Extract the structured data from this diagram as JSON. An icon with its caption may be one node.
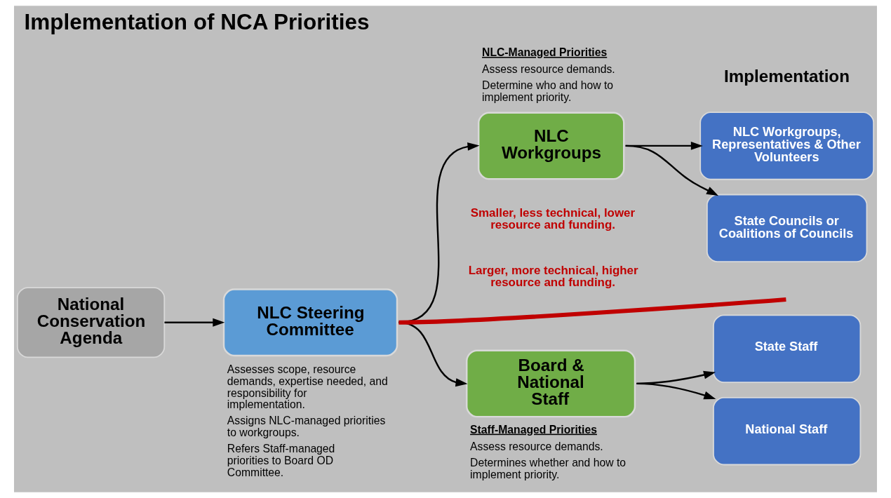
{
  "diagram": {
    "title": "Implementation of NCA Priorities",
    "nodes": [
      {
        "text": [
          "National Conservation Agenda"
        ]
      },
      {
        "text": [
          "NLC Steering Committee"
        ],
        "beside": [
          "Assesses scope, resource demands, expertise needed, and responsibility for implementation.",
          "Assigns NLC-managed priorities to workgroups.",
          "Refers Staff-managed priorities to Board OD Committee."
        ]
      },
      {
        "text": [
          "NLC Workgroups"
        ],
        "beside": [
          "NLC-Managed Priorities",
          "Assess resource demands.",
          "Determine who and how to implement priority."
        ]
      },
      {
        "text": [
          "Board & National Staff"
        ],
        "beside": [
          "Staff-Managed Priorities",
          "Assess resource demands.",
          "Determines whether and how to implement priority."
        ]
      },
      {
        "text": [
          "NLC Workgroups, Representatives & Other Volunteers"
        ]
      },
      {
        "text": [
          "State Councils or Coalitions of Councils"
        ]
      },
      {
        "text": [
          "State Staff"
        ]
      },
      {
        "text": [
          "National Staff"
        ]
      }
    ],
    "edges": [
      {
        "from": 0,
        "to": 1,
        "arrow": "to"
      },
      {
        "from": 1,
        "to": 2,
        "arrow": "to"
      },
      {
        "from": 1,
        "to": 3,
        "arrow": "to"
      },
      {
        "from": 2,
        "to": 4,
        "arrow": "to"
      },
      {
        "from": 2,
        "to": 5,
        "arrow": "to"
      },
      {
        "from": 3,
        "to": 6,
        "arrow": "to"
      },
      {
        "from": 3,
        "to": 7,
        "arrow": "to"
      },
      {
        "from": 1,
        "to": null,
        "arrow": "none",
        "style": "thick",
        "color": "#c00000"
      }
    ],
    "labels": [
      "Implementation",
      "Smaller, less technical, lower resource and funding.",
      "Larger, more technical, higher resource and funding."
    ]
  }
}
